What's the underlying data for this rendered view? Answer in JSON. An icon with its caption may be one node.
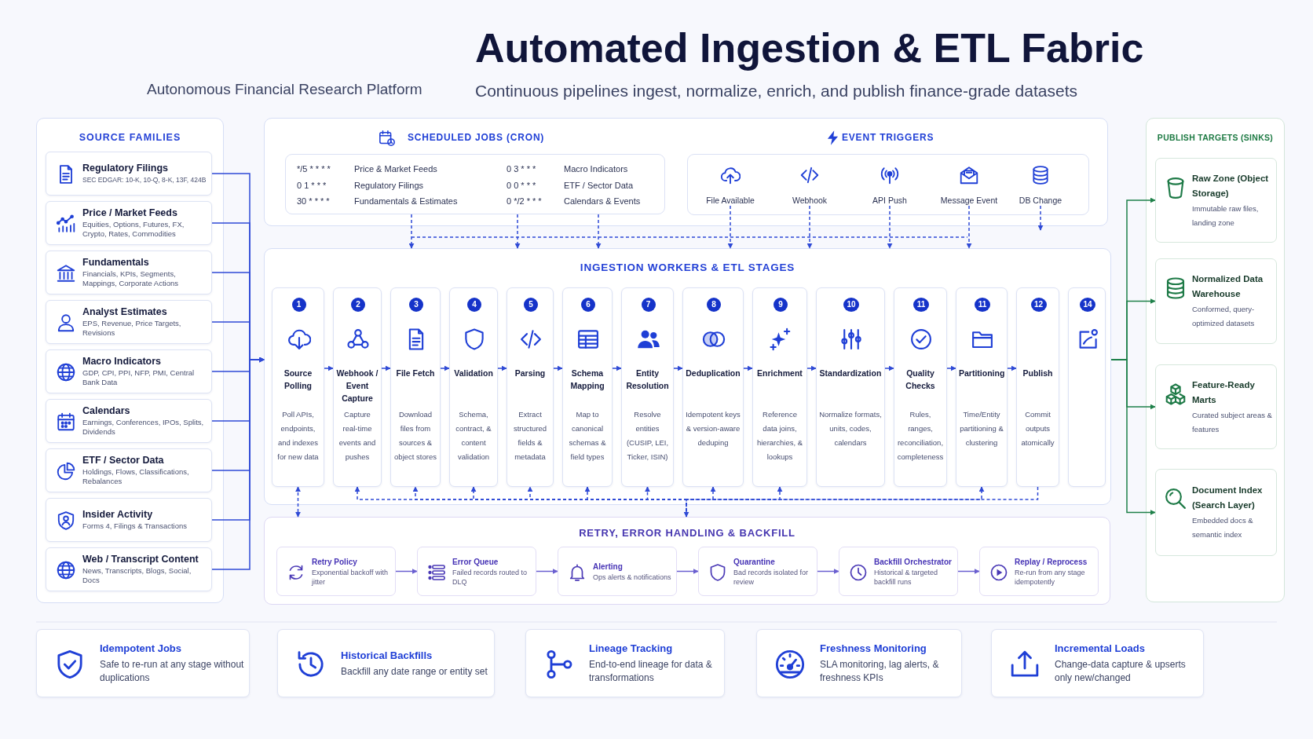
{
  "diagram": {
    "title": "Automated Ingestion & ETL Fabric",
    "nodes": [
      {
        "text": [
          "SOURCE FAMILIES"
        ]
      },
      {
        "text": [
          "Regulatory Filings",
          "SEC EDGAR: 10-K, 10-Q, 8-K, 13F, 424B"
        ],
        "in": 0
      },
      {
        "text": [
          "Price / Market Feeds",
          "Equities, Options, Futures, FX, Crypto, Rates, Commodities"
        ],
        "in": 0
      },
      {
        "text": [
          "Fundamentals",
          "Financials, KPIs, Segments, Mappings, Corporate Actions"
        ],
        "in": 0
      },
      {
        "text": [
          "Analyst Estimates",
          "EPS, Revenue, Price Targets, Revisions"
        ],
        "in": 0
      },
      {
        "text": [
          "Macro Indicators",
          "GDP, CPI, PPI, NFP, PMI, Central Bank Data"
        ],
        "in": 0
      },
      {
        "text": [
          "Calendars",
          "Earnings, Conferences, IPOs, Splits, Dividends"
        ],
        "in": 0
      },
      {
        "text": [
          "ETF / Sector Data",
          "Holdings, Flows, Classifications, Rebalances"
        ],
        "in": 0
      },
      {
        "text": [
          "Insider Activity",
          "Forms 4, Filings & Transactions"
        ],
        "in": 0
      },
      {
        "text": [
          "Web / Transcript Content",
          "News, Transcripts, Blogs, Social, Docs"
        ],
        "in": 0
      },
      {
        "text": [],
        "shape": "box"
      },
      {
        "text": [
          "SCHEDULED JOBS (CRON)",
          "*/5 * * * *",
          "Price & Market Feeds",
          "0 3 * * *",
          "Macro Indicators",
          "0 1 * * *",
          "Regulatory Filings",
          "0 0 * * *",
          "ETF / Sector Data",
          "30 * * * *",
          "Fundamentals & Estimates",
          "0 */2 * * *",
          "Calendars & Events"
        ],
        "in": 10
      },
      {
        "text": [
          "EVENT TRIGGERS"
        ],
        "in": 10
      },
      {
        "text": [
          "File Available"
        ],
        "in": 12
      },
      {
        "text": [
          "Webhook"
        ],
        "in": 12
      },
      {
        "text": [
          "API Push"
        ],
        "in": 12
      },
      {
        "text": [
          "Message Event"
        ],
        "in": 12
      },
      {
        "text": [
          "DB Change"
        ],
        "in": 12
      },
      {
        "text": [
          "INGESTION WORKERS & ETL STAGES"
        ]
      },
      {
        "text": [
          "1",
          "Source Polling",
          "Poll APIs, endpoints, and indexes for new data"
        ],
        "in": 18
      },
      {
        "text": [
          "2",
          "Webhook / Event Capture",
          "Capture real-time events and pushes"
        ],
        "in": 18
      },
      {
        "text": [
          "3",
          "File Fetch",
          "Download files from sources & object stores"
        ],
        "in": 18
      },
      {
        "text": [
          "4",
          "Validation",
          "Schema, contract, & content validation"
        ],
        "in": 18
      },
      {
        "text": [
          "5",
          "Parsing",
          "Extract structured fields & metadata"
        ],
        "in": 18
      },
      {
        "text": [
          "6",
          "Schema Mapping",
          "Map to canonical schemas & field types"
        ],
        "in": 18
      },
      {
        "text": [
          "7",
          "Entity Resolution",
          "Resolve entities (CUSIP, LEI, Ticker, ISIN)"
        ],
        "in": 18
      },
      {
        "text": [
          "8",
          "Deduplication",
          "Idempotent keys & version-aware deduping"
        ],
        "in": 18
      },
      {
        "text": [
          "9",
          "Enrichment",
          "Reference data joins, hierarchies, & lookups"
        ],
        "in": 18
      },
      {
        "text": [
          "10",
          "Standardization",
          "Normalize formats, units, codes, calendars"
        ],
        "in": 18
      },
      {
        "text": [
          "11",
          "Quality Checks",
          "Rules, ranges, reconciliation, completeness"
        ],
        "in": 18
      },
      {
        "text": [
          "11",
          "Partitioning",
          "Time/Entity partitioning & clustering"
        ],
        "in": 18
      },
      {
        "text": [
          "12",
          "Publish",
          "Commit outputs atomically"
        ],
        "in": 18
      },
      {
        "text": [
          "14"
        ],
        "in": 18
      },
      {
        "text": [
          "RETRY, ERROR HANDLING & BACKFILL"
        ]
      },
      {
        "text": [
          "Retry Policy",
          "Exponential backoff with jitter"
        ],
        "in": 33
      },
      {
        "text": [
          "Error Queue",
          "Failed records routed to DLQ"
        ],
        "in": 33
      },
      {
        "text": [
          "Alerting",
          "Ops alerts & notifications"
        ],
        "in": 33
      },
      {
        "text": [
          "Quarantine",
          "Bad records isolated for review"
        ],
        "in": 33
      },
      {
        "text": [
          "Backfill Orchestrator",
          "Historical & targeted backfill runs"
        ],
        "in": 33
      },
      {
        "text": [
          "Replay / Reprocess",
          "Re-run from any stage idempotently"
        ],
        "in": 33
      },
      {
        "text": [
          "PUBLISH TARGETS (SINKS)"
        ]
      },
      {
        "text": [
          "Raw Zone (Object Storage)",
          "Immutable raw files, landing zone"
        ],
        "in": 40
      },
      {
        "text": [
          "Normalized Data Warehouse",
          "Conformed, query-optimized datasets"
        ],
        "in": 40
      },
      {
        "text": [
          "Feature-Ready Marts",
          "Curated subject areas & features"
        ],
        "in": 40
      },
      {
        "text": [
          "Document Index (Search Layer)",
          "Embedded docs & semantic index"
        ],
        "in": 40
      },
      {
        "text": [
          "Idempotent Jobs",
          "Safe to re-run at any stage without duplications"
        ]
      },
      {
        "text": [
          "Historical Backfills",
          "Backfill any date range or entity set"
        ]
      },
      {
        "text": [
          "Lineage Tracking",
          "End-to-end lineage for data & transformations"
        ]
      },
      {
        "text": [
          "Freshness Monitoring",
          "SLA monitoring, lag alerts, & freshness KPIs"
        ]
      },
      {
        "text": [
          "Incremental Loads",
          "Change-data capture & upserts only new/changed"
        ]
      }
    ],
    "edges": [
      {
        "from": 1,
        "to": 18,
        "arrow": "to"
      },
      {
        "from": 2,
        "to": 18,
        "arrow": "to"
      },
      {
        "from": 3,
        "to": 18,
        "arrow": "to"
      },
      {
        "from": 4,
        "to": 18,
        "arrow": "to"
      },
      {
        "from": 5,
        "to": 18,
        "arrow": "to"
      },
      {
        "from": 6,
        "to": 18,
        "arrow": "to"
      },
      {
        "from": 7,
        "to": 18,
        "arrow": "to"
      },
      {
        "from": 8,
        "to": 18,
        "arrow": "to"
      },
      {
        "from": 9,
        "to": 18,
        "arrow": "to"
      },
      {
        "from": 11,
        "to": 18,
        "arrow": "to",
        "style": "dashed"
      },
      {
        "from": 11,
        "to": 18,
        "arrow": "to",
        "style": "dashed"
      },
      {
        "from": 11,
        "to": 18,
        "arrow": "to",
        "style": "dashed"
      },
      {
        "from": 13,
        "to": 18,
        "arrow": "to",
        "style": "dashed"
      },
      {
        "from": 14,
        "to": 18,
        "arrow": "to",
        "style": "dashed"
      },
      {
        "from": 15,
        "to": 18,
        "arrow": "to",
        "style": "dashed"
      },
      {
        "from": 16,
        "to": 18,
        "arrow": "to",
        "style": "dashed"
      },
      {
        "from": 17,
        "to": null,
        "arrow": "to",
        "style": "dashed"
      },
      {
        "from": 19,
        "to": 20,
        "arrow": "to"
      },
      {
        "from": 20,
        "to": 21,
        "arrow": "to"
      },
      {
        "from": 21,
        "to": 22,
        "arrow": "to"
      },
      {
        "from": 22,
        "to": 23,
        "arrow": "to"
      },
      {
        "from": 23,
        "to": 24,
        "arrow": "to"
      },
      {
        "from": 24,
        "to": 25,
        "arrow": "to"
      },
      {
        "from": 25,
        "to": 26,
        "arrow": "to"
      },
      {
        "from": 26,
        "to": 27,
        "arrow": "to"
      },
      {
        "from": 27,
        "to": 28,
        "arrow": "to"
      },
      {
        "from": 28,
        "to": 29,
        "arrow": "to"
      },
      {
        "from": 29,
        "to": 30,
        "arrow": "to"
      },
      {
        "from": 30,
        "to": 31,
        "arrow": "to"
      },
      {
        "from": 19,
        "to": 33,
        "arrow": "both",
        "style": "dashed"
      },
      {
        "from": 33,
        "to": 20,
        "arrow": "to",
        "style": "dashed"
      },
      {
        "from": 33,
        "to": 21,
        "arrow": "to",
        "style": "dashed"
      },
      {
        "from": 33,
        "to": 22,
        "arrow": "to",
        "style": "dashed"
      },
      {
        "from": 33,
        "to": 23,
        "arrow": "to",
        "style": "dashed"
      },
      {
        "from": 33,
        "to": 24,
        "arrow": "to",
        "style": "dashed"
      },
      {
        "from": 33,
        "to": 25,
        "arrow": "to",
        "style": "dashed"
      },
      {
        "from": 33,
        "to": 26,
        "arrow": "to",
        "style": "dashed"
      },
      {
        "from": 33,
        "to": 27,
        "arrow": "to",
        "style": "dashed"
      },
      {
        "from": 33,
        "to": 30,
        "arrow": "to",
        "style": "dashed"
      },
      {
        "from": 31,
        "to": 33,
        "arrow": "to",
        "style": "dashed"
      },
      {
        "from": 34,
        "to": 35,
        "arrow": "to",
        "color": "#6a5fd0"
      },
      {
        "from": 35,
        "to": 36,
        "arrow": "to",
        "color": "#6a5fd0"
      },
      {
        "from": 36,
        "to": 37,
        "arrow": "to",
        "color": "#6a5fd0"
      },
      {
        "from": 37,
        "to": 38,
        "arrow": "to",
        "color": "#6a5fd0"
      },
      {
        "from": 38,
        "to": 39,
        "arrow": "to",
        "color": "#6a5fd0"
      },
      {
        "from": 18,
        "to": 41,
        "arrow": "to",
        "color": "#1e8049"
      },
      {
        "from": 18,
        "to": 42,
        "arrow": "to",
        "color": "#1e8049"
      },
      {
        "from": 18,
        "to": 43,
        "arrow": "to",
        "color": "#1e8049"
      },
      {
        "from": 18,
        "to": 44,
        "arrow": "to",
        "color": "#1e8049"
      }
    ],
    "labels": [
      "Autonomous Financial Research Platform",
      "Continuous pipelines ingest, normalize, enrich, and publish finance-grade datasets"
    ]
  }
}
